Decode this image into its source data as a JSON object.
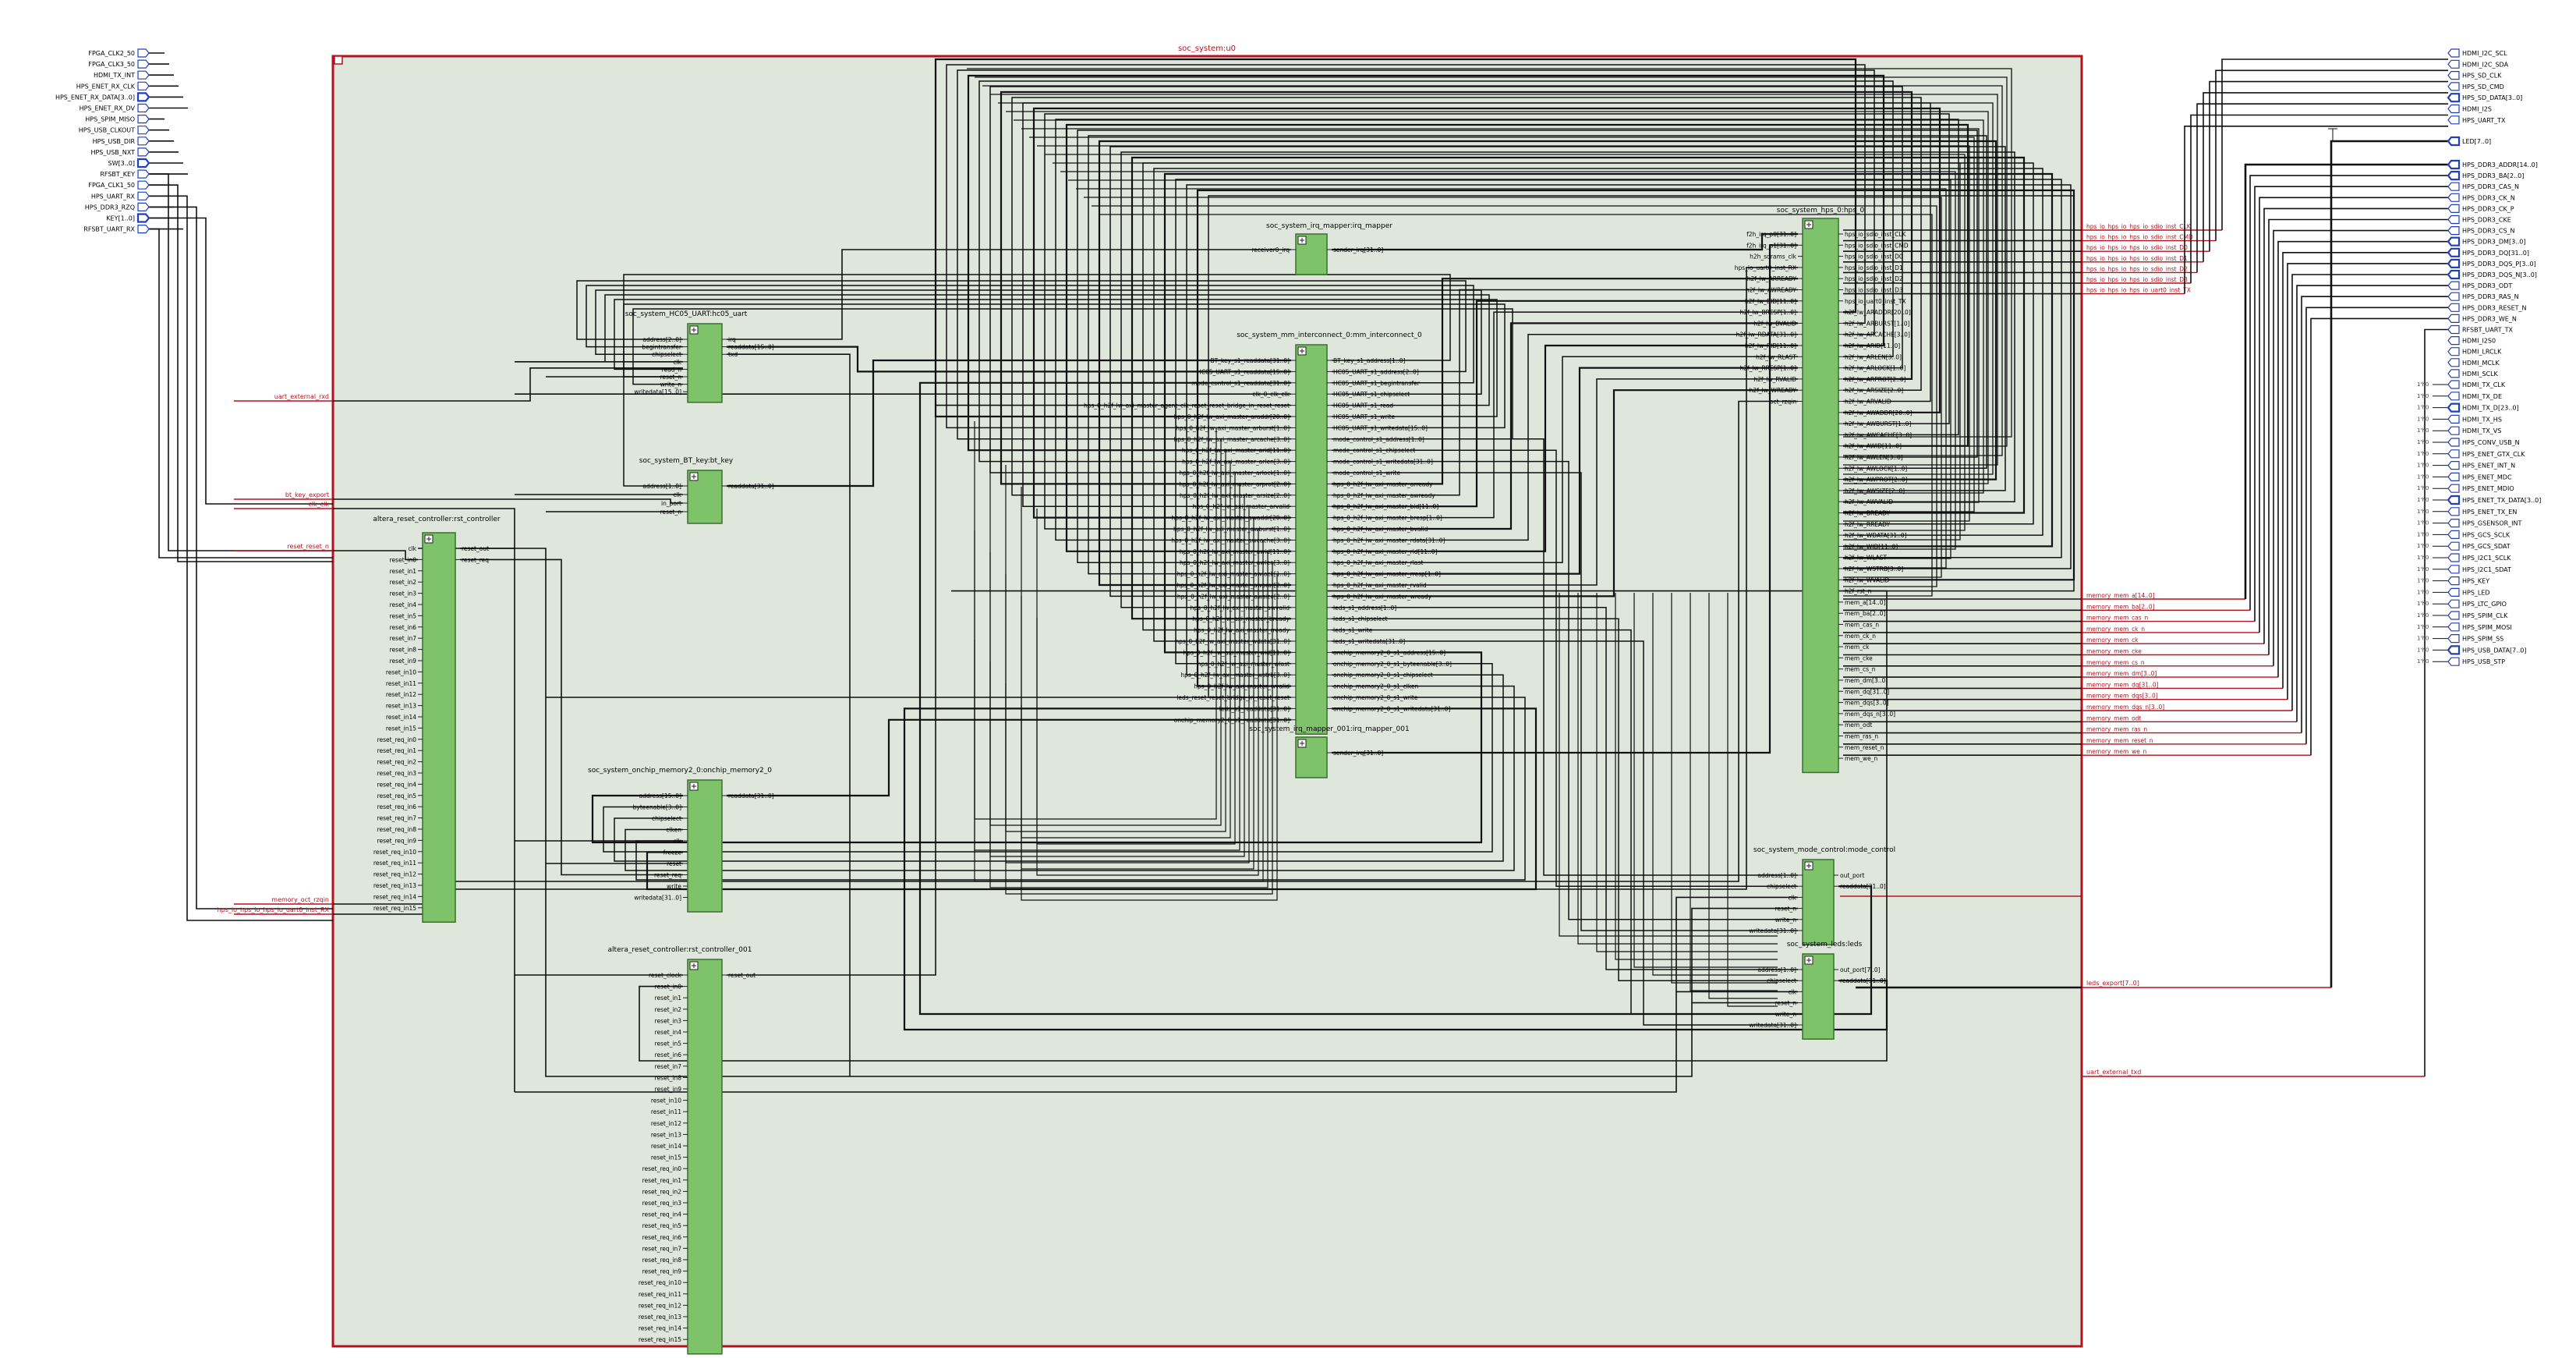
{
  "top_label": "soc_system:u0",
  "left_ports": [
    "FPGA_CLK2_50",
    "FPGA_CLK3_50",
    "HDMI_TX_INT",
    "HPS_ENET_RX_CLK",
    "HPS_ENET_RX_DATA[3..0]",
    "HPS_ENET_RX_DV",
    "HPS_SPIM_MISO",
    "HPS_USB_CLKOUT",
    "HPS_USB_DIR",
    "HPS_USB_NXT",
    "SW[3..0]",
    "RFSBT_KEY",
    "FPGA_CLK1_50",
    "HPS_UART_RX",
    "HPS_DDR3_RZQ",
    "KEY[1..0]",
    "RFSBT_UART_RX"
  ],
  "right_ports_top": [
    "HDMI_I2C_SCL",
    "HDMI_I2C_SDA",
    "HPS_SD_CLK",
    "HPS_SD_CMD",
    "HPS_SD_DATA[3..0]",
    "HDMI_I2S",
    "HPS_UART_TX"
  ],
  "led_port": "LED[7..0]",
  "right_ports_bottom": [
    "HPS_DDR3_ADDR[14..0]",
    "HPS_DDR3_BA[2..0]",
    "HPS_DDR3_CAS_N",
    "HPS_DDR3_CK_N",
    "HPS_DDR3_CK_P",
    "HPS_DDR3_CKE",
    "HPS_DDR3_CS_N",
    "HPS_DDR3_DM[3..0]",
    "HPS_DDR3_DQ[31..0]",
    "HPS_DDR3_DQS_P[3..0]",
    "HPS_DDR3_DQS_N[3..0]",
    "HPS_DDR3_ODT",
    "HPS_DDR3_RAS_N",
    "HPS_DDR3_RESET_N",
    "HPS_DDR3_WE_N",
    "RFSBT_UART_TX",
    "HDMI_I2S0",
    "HDMI_LRCLK",
    "HDMI_MCLK",
    "HDMI_SCLK",
    "HDMI_TX_CLK",
    "HDMI_TX_DE",
    "HDMI_TX_D[23..0]",
    "HDMI_TX_HS",
    "HDMI_TX_VS",
    "HPS_CONV_USB_N",
    "HPS_ENET_GTX_CLK",
    "HPS_ENET_INT_N",
    "HPS_ENET_MDC",
    "HPS_ENET_MDIO",
    "HPS_ENET_TX_DATA[3..0]",
    "HPS_ENET_TX_EN",
    "HPS_GSENSOR_INT",
    "HPS_GCS_SCLK",
    "HPS_GCS_SDAT",
    "HPS_I2C1_SCLK",
    "HPS_I2C1_SDAT",
    "HPS_KEY",
    "HPS_LED",
    "HPS_LTC_GPIO",
    "HPS_SPIM_CLK",
    "HPS_SPIM_MOSI",
    "HPS_SPIM_SS",
    "HPS_USB_DATA[7..0]",
    "HPS_USB_STP"
  ],
  "left_nets": [
    "uart_external_rxd",
    "bt_key_export",
    "clk_clk",
    "reset_reset_n",
    "memory_oct_rzqin",
    "hps_io_hps_io_hps_io_uart0_inst_RX"
  ],
  "right_nets": [
    "hps_io_hps_io_hps_io_sdio_inst_CLK",
    "hps_io_hps_io_hps_io_sdio_inst_CMD",
    "hps_io_hps_io_hps_io_sdio_inst_D0",
    "hps_io_hps_io_hps_io_sdio_inst_D1",
    "hps_io_hps_io_hps_io_sdio_inst_D2",
    "hps_io_hps_io_hps_io_sdio_inst_D3",
    "hps_io_hps_io_hps_io_uart0_inst_TX"
  ],
  "mem_nets": [
    "memory_mem_a[14..0]",
    "memory_mem_ba[2..0]",
    "memory_mem_cas_n",
    "memory_mem_ck_n",
    "memory_mem_ck",
    "memory_mem_cke",
    "memory_mem_cs_n",
    "memory_mem_dm[3..0]",
    "memory_mem_dq[31..0]",
    "memory_mem_dqs[3..0]",
    "memory_mem_dqs_n[3..0]",
    "memory_mem_odt",
    "memory_mem_ras_n",
    "memory_mem_reset_n",
    "memory_mem_we_n"
  ],
  "leds_net": "leds_export[7..0]",
  "uart_txd_net": "uart_external_txd",
  "blocks": {
    "hc05": {
      "title": "soc_system_HC05_UART:hc05_uart",
      "inputs": [
        "address[2..0]",
        "begintransfer",
        "chipselect",
        "clk",
        "read_n",
        "reset_n",
        "write_n",
        "writedata[15..0]"
      ],
      "outputs": [
        "irq",
        "readdata[15..0]",
        "txd"
      ]
    },
    "btkey": {
      "title": "soc_system_BT_key:bt_key",
      "inputs": [
        "address[1..0]",
        "clk",
        "in_port",
        "reset_n"
      ],
      "outputs": [
        "readdata[31..0]"
      ]
    },
    "rst": {
      "title": "altera_reset_controller:rst_controller",
      "inputs": [
        "clk",
        "reset_in0",
        "reset_in1",
        "reset_in2",
        "reset_in3",
        "reset_in4",
        "reset_in5",
        "reset_in6",
        "reset_in7",
        "reset_in8",
        "reset_in9",
        "reset_in10",
        "reset_in11",
        "reset_in12",
        "reset_in13",
        "reset_in14",
        "reset_in15",
        "reset_req_in0",
        "reset_req_in1",
        "reset_req_in2",
        "reset_req_in3",
        "reset_req_in4",
        "reset_req_in5",
        "reset_req_in6",
        "reset_req_in7",
        "reset_req_in8",
        "reset_req_in9",
        "reset_req_in10",
        "reset_req_in11",
        "reset_req_in12",
        "reset_req_in13",
        "reset_req_in14",
        "reset_req_in15"
      ],
      "outputs": [
        "reset_out",
        "reset_req"
      ]
    },
    "irqm": {
      "title": "soc_system_irq_mapper:irq_mapper",
      "inputs": [
        "receiver0_irq"
      ],
      "outputs": [
        "sender_irq[31..0]"
      ]
    },
    "mm": {
      "title": "soc_system_mm_interconnect_0:mm_interconnect_0",
      "inputs": [
        "BT_key_s1_readdata[31..0]",
        "HC05_UART_s1_readdata[15..0]",
        "mode_control_s1_readdata[31..0]",
        "clk_0_clk_clk",
        "hps_0_h2f_lw_axi_master_agent_clk_reset_reset_bridge_in_reset_reset",
        "hps_0_h2f_lw_axi_master_araddr[20..0]",
        "hps_0_h2f_lw_axi_master_arburst[1..0]",
        "hps_0_h2f_lw_axi_master_arcache[3..0]",
        "hps_0_h2f_lw_axi_master_arid[11..0]",
        "hps_0_h2f_lw_axi_master_arlen[3..0]",
        "hps_0_h2f_lw_axi_master_arlock[1..0]",
        "hps_0_h2f_lw_axi_master_arprot[2..0]",
        "hps_0_h2f_lw_axi_master_arsize[2..0]",
        "hps_0_h2f_lw_axi_master_arvalid",
        "hps_0_h2f_lw_axi_master_awaddr[20..0]",
        "hps_0_h2f_lw_axi_master_awburst[1..0]",
        "hps_0_h2f_lw_axi_master_awcache[3..0]",
        "hps_0_h2f_lw_axi_master_awid[11..0]",
        "hps_0_h2f_lw_axi_master_awlen[3..0]",
        "hps_0_h2f_lw_axi_master_awlock[1..0]",
        "hps_0_h2f_lw_axi_master_awprot[2..0]",
        "hps_0_h2f_lw_axi_master_awsize[2..0]",
        "hps_0_h2f_lw_axi_master_awvalid",
        "hps_0_h2f_lw_axi_master_bready",
        "hps_0_h2f_lw_axi_master_rready",
        "hps_0_h2f_lw_axi_master_wdata[31..0]",
        "hps_0_h2f_lw_axi_master_wid[11..0]",
        "hps_0_h2f_lw_axi_master_wlast",
        "hps_0_h2f_lw_axi_master_wstrb[3..0]",
        "hps_0_h2f_lw_axi_master_wvalid",
        "leds_reset_reset_bridge_in_reset_reset",
        "leds_s1_readdata[31..0]",
        "onchip_memory2_0_s1_readdata[31..0]"
      ],
      "outputs": [
        "BT_key_s1_address[1..0]",
        "HC05_UART_s1_address[2..0]",
        "HC05_UART_s1_begintransfer",
        "HC05_UART_s1_chipselect",
        "HC05_UART_s1_read",
        "HC05_UART_s1_write",
        "HC05_UART_s1_writedata[15..0]",
        "mode_control_s1_address[1..0]",
        "mode_control_s1_chipselect",
        "mode_control_s1_writedata[31..0]",
        "mode_control_s1_write",
        "hps_0_h2f_lw_axi_master_arready",
        "hps_0_h2f_lw_axi_master_awready",
        "hps_0_h2f_lw_axi_master_bid[11..0]",
        "hps_0_h2f_lw_axi_master_bresp[1..0]",
        "hps_0_h2f_lw_axi_master_bvalid",
        "hps_0_h2f_lw_axi_master_rdata[31..0]",
        "hps_0_h2f_lw_axi_master_rid[11..0]",
        "hps_0_h2f_lw_axi_master_rlast",
        "hps_0_h2f_lw_axi_master_rresp[1..0]",
        "hps_0_h2f_lw_axi_master_rvalid",
        "hps_0_h2f_lw_axi_master_wready",
        "leds_s1_address[1..0]",
        "leds_s1_chipselect",
        "leds_s1_write",
        "leds_s1_writedata[31..0]",
        "onchip_memory2_0_s1_address[15..0]",
        "onchip_memory2_0_s1_byteenable[3..0]",
        "onchip_memory2_0_s1_chipselect",
        "onchip_memory2_0_s1_clken",
        "onchip_memory2_0_s1_write",
        "onchip_memory2_0_s1_writedata[31..0]"
      ]
    },
    "irqm1": {
      "title": "soc_system_irq_mapper_001:irq_mapper_001",
      "inputs": [],
      "outputs": [
        "sender_irq[31..0]"
      ]
    },
    "onchip": {
      "title": "soc_system_onchip_memory2_0:onchip_memory2_0",
      "inputs": [
        "address[15..0]",
        "byteenable[3..0]",
        "chipselect",
        "clken",
        "clk",
        "freeze",
        "reset",
        "reset_req",
        "write",
        "writedata[31..0]"
      ],
      "outputs": [
        "readdata[31..0]"
      ]
    },
    "rst1": {
      "title": "altera_reset_controller:rst_controller_001",
      "inputs": [
        "reset_clock",
        "reset_in0",
        "reset_in1",
        "reset_in2",
        "reset_in3",
        "reset_in4",
        "reset_in5",
        "reset_in6",
        "reset_in7",
        "reset_in8",
        "reset_in9",
        "reset_in10",
        "reset_in11",
        "reset_in12",
        "reset_in13",
        "reset_in14",
        "reset_in15",
        "reset_req_in0",
        "reset_req_in1",
        "reset_req_in2",
        "reset_req_in3",
        "reset_req_in4",
        "reset_req_in5",
        "reset_req_in6",
        "reset_req_in7",
        "reset_req_in8",
        "reset_req_in9",
        "reset_req_in10",
        "reset_req_in11",
        "reset_req_in12",
        "reset_req_in13",
        "reset_req_in14",
        "reset_req_in15"
      ],
      "outputs": [
        "reset_out"
      ]
    },
    "hps": {
      "title": "soc_system_hps_0:hps_0",
      "inputs": [
        "f2h_irq_p0[31..0]",
        "f2h_irq_p1[31..0]",
        "h2h_sdrams_clk",
        "hps_io_uart0_inst_RX",
        "h2f_lw_ARREADY",
        "h2f_lw_AWREADY",
        "h2f_lw_BID[11..0]",
        "h2f_lw_BRESP[1..0]",
        "h2f_lw_BVALID",
        "h2f_lw_RDATA[31..0]",
        "h2f_lw_RID[11..0]",
        "h2f_lw_RLAST",
        "h2f_lw_RRESP[1..0]",
        "h2f_lw_RVALID",
        "h2f_lw_WREADY",
        "oct_rzqin"
      ],
      "outputs": [
        "hps_io_sdio_inst_CLK",
        "hps_io_sdio_inst_CMD",
        "hps_io_sdio_inst_D0",
        "hps_io_sdio_inst_D1",
        "hps_io_sdio_inst_D2",
        "hps_io_sdio_inst_D3",
        "hps_io_uart0_inst_TX",
        "h2f_lw_ARADDR[20..0]",
        "h2f_lw_ARBURST[1..0]",
        "h2f_lw_ARCACHE[3..0]",
        "h2f_lw_ARID[11..0]",
        "h2f_lw_ARLEN[3..0]",
        "h2f_lw_ARLOCK[1..0]",
        "h2f_lw_ARPROT[2..0]",
        "h2f_lw_ARSIZE[2..0]",
        "h2f_lw_ARVALID",
        "h2f_lw_AWADDR[20..0]",
        "h2f_lw_AWBURST[1..0]",
        "h2f_lw_AWCACHE[3..0]",
        "h2f_lw_AWID[11..0]",
        "h2f_lw_AWLEN[3..0]",
        "h2f_lw_AWLOCK[1..0]",
        "h2f_lw_AWPROT[2..0]",
        "h2f_lw_AWSIZE[2..0]",
        "h2f_lw_AWVALID",
        "h2f_lw_BREADY",
        "h2f_lw_RREADY",
        "h2f_lw_WDATA[31..0]",
        "h2f_lw_WID[11..0]",
        "h2f_lw_WLAST",
        "h2f_lw_WSTRB[3..0]",
        "h2f_lw_WVALID",
        "h2f_rst_n",
        "mem_a[14..0]",
        "mem_ba[2..0]",
        "mem_cas_n",
        "mem_ck_n",
        "mem_ck",
        "mem_cke",
        "mem_cs_n",
        "mem_dm[3..0]",
        "mem_dq[31..0]",
        "mem_dqs[3..0]",
        "mem_dqs_n[3..0]",
        "mem_odt",
        "mem_ras_n",
        "mem_reset_n",
        "mem_we_n"
      ]
    },
    "mode": {
      "title": "soc_system_mode_control:mode_control",
      "inputs": [
        "address[1..0]",
        "chipselect",
        "clk",
        "reset_n",
        "write_n",
        "writedata[31..0]"
      ],
      "outputs": [
        "out_port",
        "readdata[31..0]"
      ]
    },
    "leds": {
      "title": "soc_system_leds:leds",
      "inputs": [
        "address[1..0]",
        "chipselect",
        "clk",
        "reset_n",
        "write_n",
        "writedata[31..0]"
      ],
      "outputs": [
        "out_port[7..0]",
        "readdata[31..0]"
      ]
    }
  },
  "colors": {
    "frame": "#b3121f",
    "frame_fill": "#dfe6dc",
    "block": "#7ec36a",
    "block_border": "#3a6f30",
    "wire": "#111111",
    "net_red": "#b3121f",
    "port_blue": "#1f3fbf"
  }
}
